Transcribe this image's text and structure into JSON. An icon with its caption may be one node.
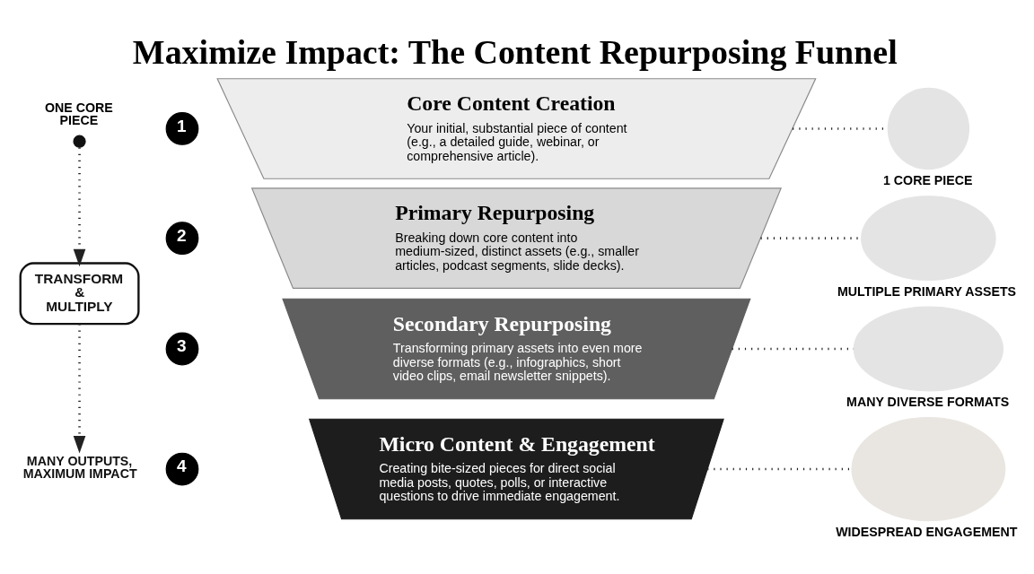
{
  "diagram": {
    "title": "Maximize Impact: The Content Repurposing Funnel",
    "nodes": [
      {
        "text": [],
        "shape": "circle",
        "beside": [
          "ONE CORE PIECE"
        ]
      },
      {
        "text": [
          "1"
        ]
      },
      {
        "text": [
          "Core Content Creation",
          "Your initial, substantial piece of content (e.g., a detailed guide, webinar, or comprehensive article)."
        ]
      },
      {
        "text": [],
        "shape": "circle",
        "beside": [
          "1 CORE PIECE"
        ]
      },
      {
        "text": [
          "2"
        ]
      },
      {
        "text": [
          "Primary Repurposing",
          "Breaking down core content into medium-sized, distinct assets (e.g., smaller articles, podcast segments, slide decks)."
        ]
      },
      {
        "text": [],
        "shape": "ellipse",
        "beside": [
          "MULTIPLE PRIMARY ASSETS"
        ]
      },
      {
        "text": [
          "TRANSFORM & MULTIPLY"
        ]
      },
      {
        "text": [
          "3"
        ]
      },
      {
        "text": [
          "Secondary Repurposing",
          "Transforming primary assets into even more diverse formats (e.g., infographics, short video clips, email newsletter snippets)."
        ]
      },
      {
        "text": [],
        "shape": "ellipse",
        "beside": [
          "MANY DIVERSE FORMATS"
        ]
      },
      {
        "text": [
          "MANY OUTPUTS, MAXIMUM IMPACT"
        ]
      },
      {
        "text": [
          "4"
        ]
      },
      {
        "text": [
          "Micro Content & Engagement",
          "Creating bite-sized pieces for direct social media posts, quotes, polls, or interactive questions to drive immediate engagement."
        ]
      },
      {
        "text": [],
        "shape": "ellipse",
        "beside": [
          "WIDESPREAD ENGAGEMENT"
        ]
      }
    ],
    "edges": [
      {
        "from": 2,
        "to": 3,
        "arrow": "none",
        "style": "dashed"
      },
      {
        "from": 5,
        "to": 6,
        "arrow": "none",
        "style": "dashed"
      },
      {
        "from": 9,
        "to": 10,
        "arrow": "none",
        "style": "dashed"
      },
      {
        "from": 13,
        "to": 14,
        "arrow": "none",
        "style": "dashed"
      },
      {
        "from": 0,
        "to": 7,
        "arrow": "to",
        "style": "dashed"
      },
      {
        "from": 7,
        "to": 11,
        "arrow": "to",
        "style": "dashed"
      }
    ]
  }
}
